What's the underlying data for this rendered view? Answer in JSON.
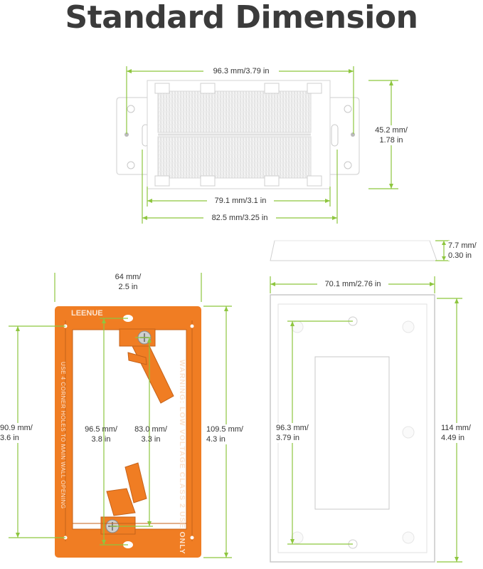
{
  "title": "Standard Dimension",
  "colors": {
    "dimension_line": "#8ec63f",
    "bracket_orange": "#f07d23",
    "plate_white": "#ffffff",
    "outline_gray": "#cfcfcf"
  },
  "brush_plate": {
    "width_label": "96.3 mm/3.79 in",
    "height_label_1": "45.2 mm/",
    "height_label_2": "1.78 in",
    "inner_width_label": "79.1 mm/3.1 in",
    "outer_width_label": "82.5 mm/3.25 in"
  },
  "bracket": {
    "brand": "LEENUE",
    "width_label_1": "64 mm/",
    "width_label_2": "2.5 in",
    "left_height_label_1": "90.9 mm/",
    "left_height_label_2": "3.6 in",
    "center_height_label_1": "96.5 mm/",
    "center_height_label_2": "3.8 in",
    "inner_height_label_1": "83.0 mm/",
    "inner_height_label_2": "3.3 in",
    "right_height_label_1": "109.5 mm/",
    "right_height_label_2": "4.3 in",
    "warning_text": "WARNING: LOW VOLTAGE CLASS 2 USE ONLY",
    "side_text": "USE 4 CORNER HOLES TO MAIN WALL OPENING"
  },
  "wall_plate": {
    "depth_label_1": "7.7 mm/",
    "depth_label_2": "0.30 in",
    "width_label": "70.1 mm/2.76 in",
    "hole_spacing_label_1": "96.3 mm/",
    "hole_spacing_label_2": "3.79 in",
    "height_label_1": "114 mm/",
    "height_label_2": "4.49 in"
  }
}
